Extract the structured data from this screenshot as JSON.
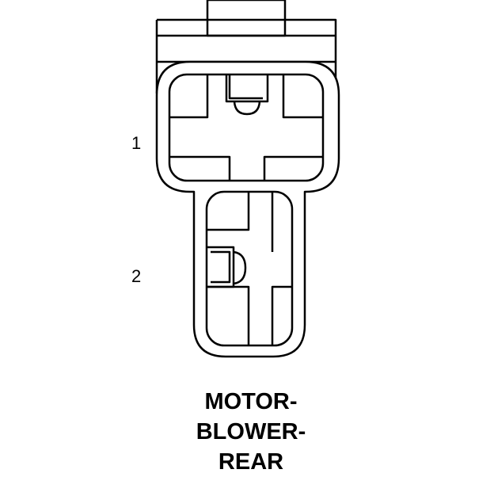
{
  "diagram": {
    "pins": [
      {
        "number": "1"
      },
      {
        "number": "2"
      }
    ],
    "title_lines": [
      "MOTOR-",
      "BLOWER-",
      "REAR"
    ],
    "colors": {
      "stroke": "#000000",
      "background": "#ffffff"
    }
  }
}
